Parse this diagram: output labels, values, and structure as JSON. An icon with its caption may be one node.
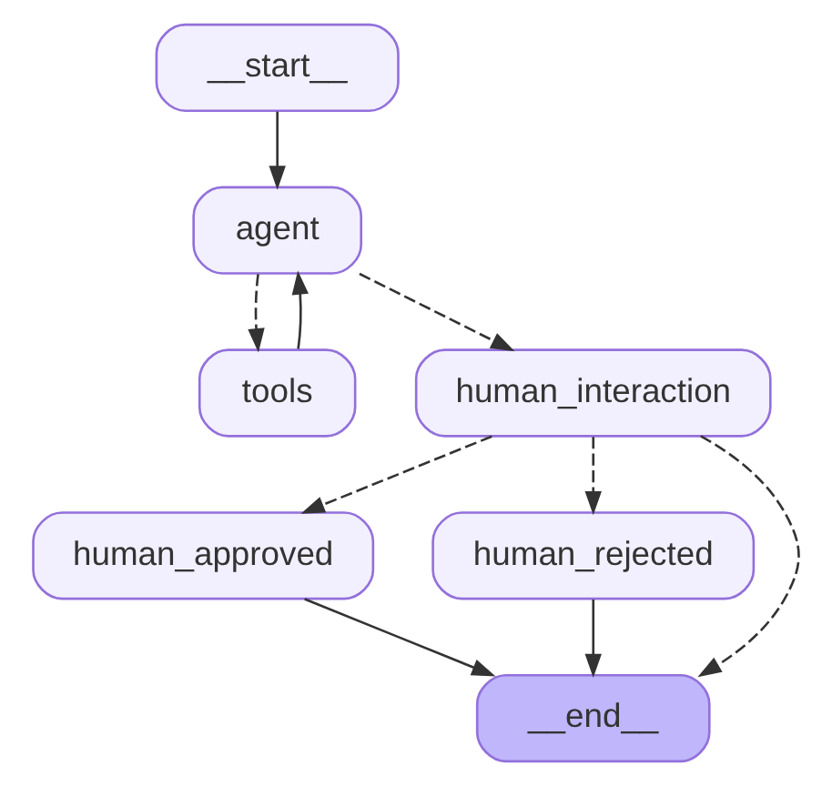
{
  "diagram": {
    "nodes": [
      {
        "text": [
          "__start__"
        ]
      },
      {
        "text": [
          "agent"
        ]
      },
      {
        "text": [
          "tools"
        ]
      },
      {
        "text": [
          "human_interaction"
        ]
      },
      {
        "text": [
          "human_approved"
        ]
      },
      {
        "text": [
          "human_rejected"
        ]
      },
      {
        "text": [
          "__end__"
        ]
      }
    ],
    "edges": [
      {
        "from": 0,
        "to": 1,
        "arrow": "to"
      },
      {
        "from": 1,
        "to": 2,
        "arrow": "to",
        "style": "dashed"
      },
      {
        "from": 2,
        "to": 1,
        "arrow": "to"
      },
      {
        "from": 1,
        "to": 3,
        "arrow": "to",
        "style": "dashed"
      },
      {
        "from": 3,
        "to": 6,
        "arrow": "to",
        "style": "dashed"
      },
      {
        "from": 3,
        "to": 4,
        "arrow": "to",
        "style": "dashed"
      },
      {
        "from": 3,
        "to": 5,
        "arrow": "to",
        "style": "dashed"
      },
      {
        "from": 4,
        "to": 6,
        "arrow": "to"
      },
      {
        "from": 5,
        "to": 6,
        "arrow": "to"
      }
    ]
  }
}
